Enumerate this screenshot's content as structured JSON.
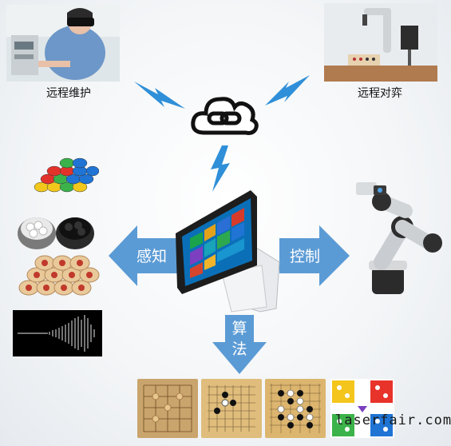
{
  "top": {
    "left_caption": "远程维护",
    "right_caption": "远程对弈"
  },
  "center": {
    "cloud_icon": "cloud-link-icon",
    "device_icon": "touchscreen-terminal"
  },
  "arrows": {
    "left_label": "感知",
    "right_label": "控制",
    "down_label_1": "算",
    "down_label_2": "法"
  },
  "watermark": "laserfair.com",
  "colors": {
    "arrow_blue": "#5b9bd5",
    "bolt_blue": "#2f8fd8"
  }
}
